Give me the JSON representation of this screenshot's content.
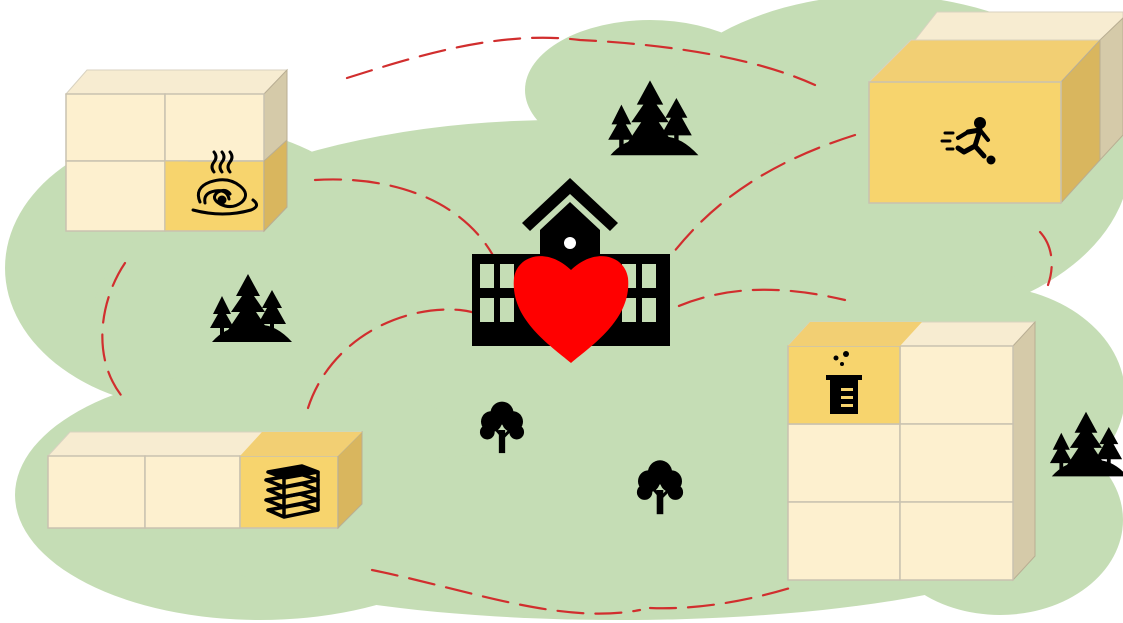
{
  "diagram": {
    "center": {
      "icon": "school-building-icon",
      "overlay_icon": "heart-icon"
    },
    "facilities": [
      {
        "id": "canteen",
        "icon": "hot-food-bowl-icon"
      },
      {
        "id": "sports",
        "icon": "running-athlete-ball-icon"
      },
      {
        "id": "library",
        "icon": "books-stack-icon"
      },
      {
        "id": "laboratory",
        "icon": "beaker-icon"
      }
    ],
    "vegetation": [
      "pine-trees-icon",
      "pine-trees-icon",
      "pine-trees-icon",
      "tree-icon",
      "tree-icon"
    ],
    "connections": 12
  },
  "colors": {
    "grass": "#c5ddb5",
    "box_front": "#fdf0cf",
    "box_top": "#f7ecd1",
    "box_side": "#d5caa9",
    "highlight_front": "#f7d46d",
    "highlight_top": "#f2cf73",
    "highlight_side": "#d9b65e",
    "path": "#d12e2e",
    "heart": "#ff0000",
    "icon": "#000000"
  }
}
